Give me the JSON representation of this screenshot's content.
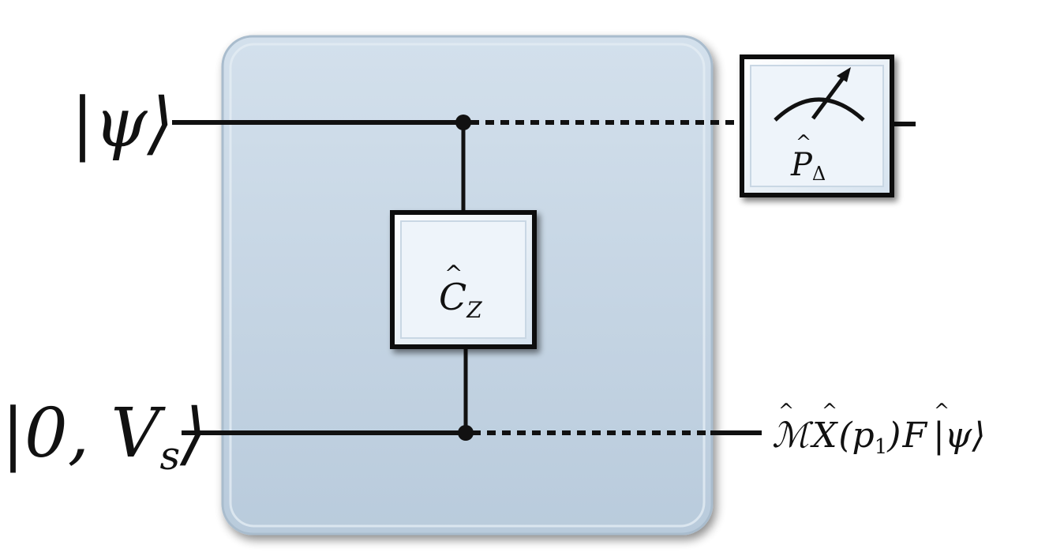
{
  "inputs": {
    "top_state": "|ψ⟩",
    "bottom_state": "|0, V",
    "bottom_state_sub": "s",
    "bottom_state_close": "⟩"
  },
  "gates": {
    "cz_symbol": "C",
    "cz_sub": "Z",
    "measure_symbol": "P",
    "measure_sub": "Δ"
  },
  "output": {
    "m": "ℳ",
    "x": "X",
    "arg_open": "(p",
    "arg_sub": "1",
    "arg_close": ")",
    "f": "F",
    "state": "|ψ⟩"
  },
  "colors": {
    "box_fill": "#c5d5e3",
    "gate_fill": "#eaf2f9",
    "wire": "#111111"
  }
}
